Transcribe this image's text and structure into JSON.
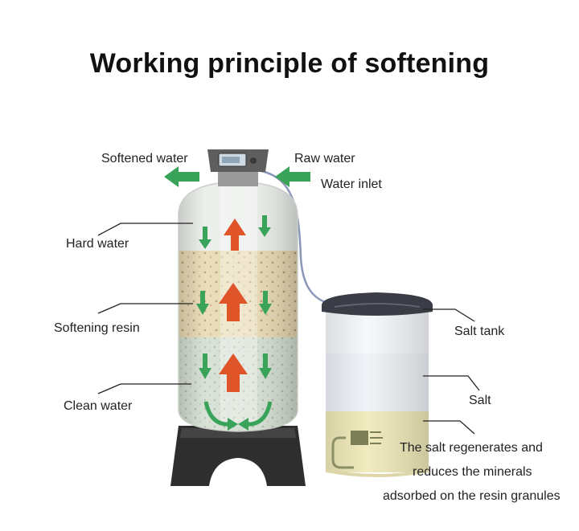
{
  "title": "Working principle of softening",
  "labels": {
    "softened_water": "Softened water",
    "raw_water": "Raw water",
    "water_inlet": "Water inlet",
    "hard_water": "Hard water",
    "softening_resin": "Softening resin",
    "clean_water": "Clean water",
    "salt_tank": "Salt tank",
    "salt": "Salt",
    "regen_line1": "The salt regenerates and",
    "regen_line2": "reduces the minerals",
    "regen_line3": "adsorbed on the resin granules"
  },
  "colors": {
    "outflow_arrow": "#3aa35a",
    "inflow_arrow": "#3aa35a",
    "up_arrow": "#e0542a",
    "down_arrow": "#3aa35a",
    "resin_layer": "#e6d7b0",
    "lower_layer": "#d3ddd0",
    "tank_base": "#2e2e2e",
    "salt_solution": "#efe9b8"
  }
}
